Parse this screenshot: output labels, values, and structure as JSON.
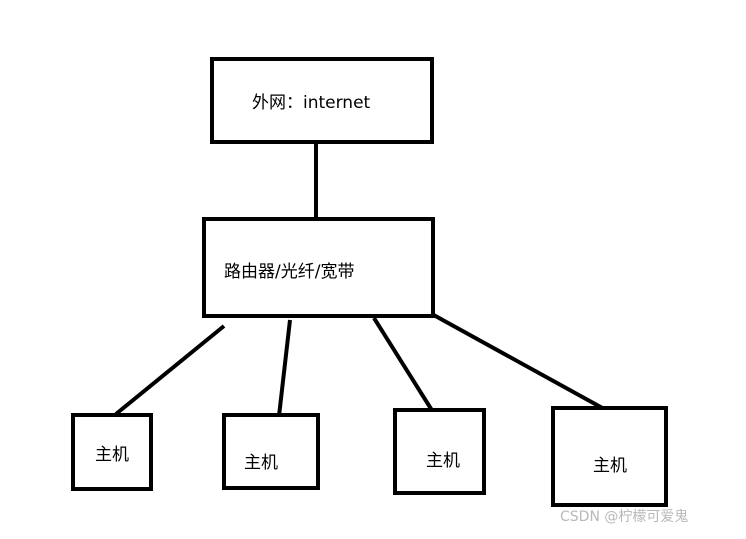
{
  "nodes": {
    "internet": {
      "label": "外网：internet"
    },
    "router": {
      "label": "路由器/光纤/宽带"
    },
    "hosts": [
      {
        "label": "主机"
      },
      {
        "label": "主机"
      },
      {
        "label": "主机"
      },
      {
        "label": "主机"
      }
    ]
  },
  "watermark": "CSDN @柠檬可爱鬼",
  "colors": {
    "stroke": "#000000",
    "background": "#ffffff",
    "watermark": "#b8b8b8"
  }
}
